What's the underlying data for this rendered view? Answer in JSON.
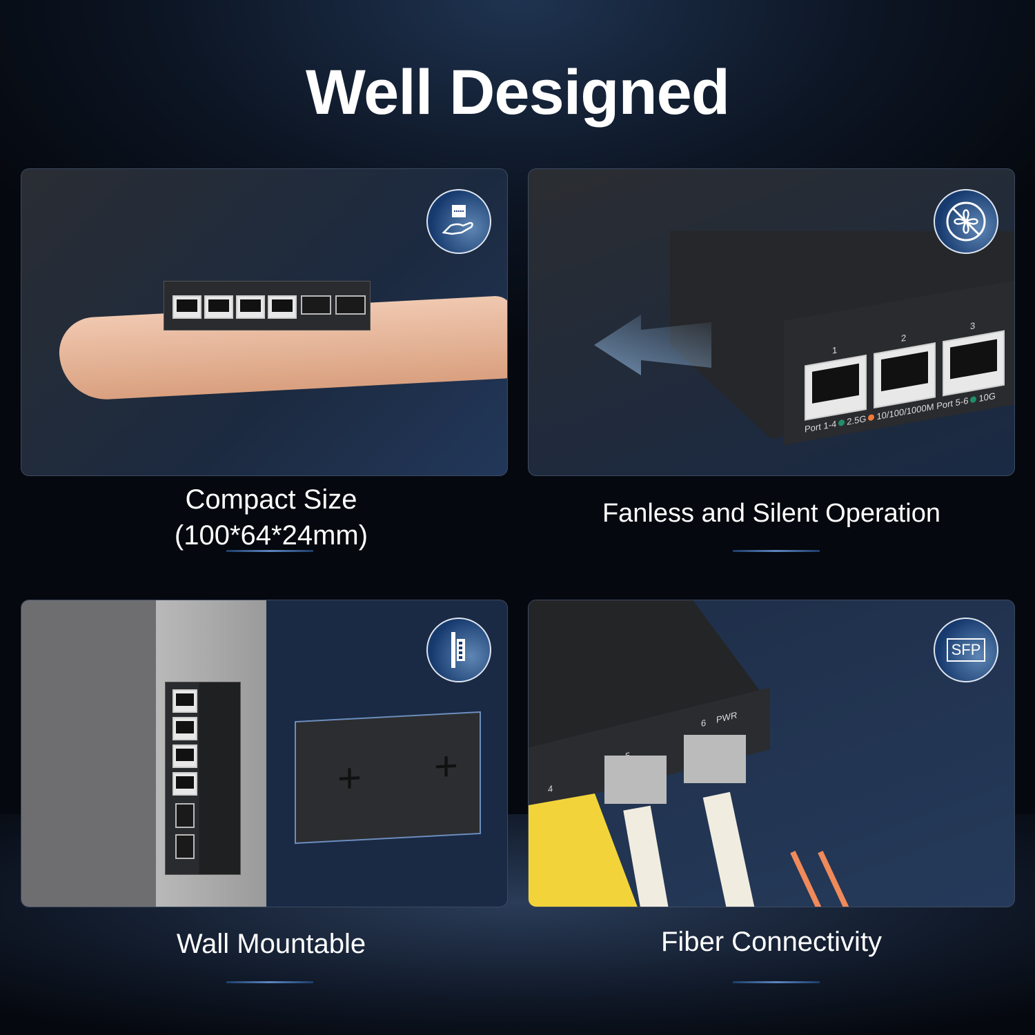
{
  "title": "Well Designed",
  "features": [
    {
      "caption_line1": "Compact Size",
      "caption_line2": "(100*64*24mm)",
      "icon": "hand-holding-device-icon"
    },
    {
      "caption_line1": "Fanless and Silent Operation",
      "icon": "no-fan-icon"
    },
    {
      "caption_line1": "Wall Mountable",
      "icon": "wall-mount-icon"
    },
    {
      "caption_line1": "Fiber Connectivity",
      "icon": "sfp-icon",
      "icon_text": "SFP"
    }
  ],
  "device_labels": {
    "port_1_4": "Port 1-4",
    "speed_2_5g": "2.5G",
    "speed_1000m": "10/100/1000M",
    "port_5_6": "Port 5-6",
    "speed_10g": "10G",
    "pwr": "PWR",
    "ports": [
      "1",
      "2",
      "3",
      "4",
      "5",
      "6"
    ]
  },
  "colors": {
    "accent": "#1d3d6a",
    "led_green": "#1f8f6a",
    "led_orange": "#f07a3a",
    "cable_yellow": "#f2d43a",
    "fiber_orange": "#f08a5a"
  }
}
